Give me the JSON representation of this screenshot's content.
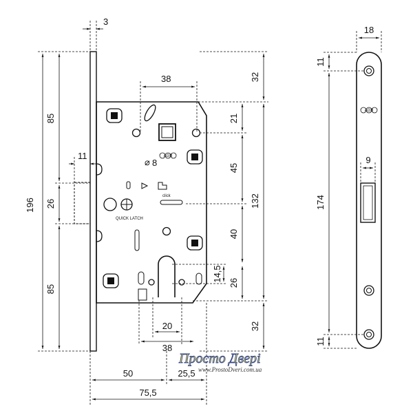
{
  "dimensions": {
    "backset_plate_thickness": "3",
    "height_total": "196",
    "upper_85": "85",
    "lower_85": "85",
    "middle_26": "26",
    "latch_11": "11",
    "width_38_top": "38",
    "top_32": "32",
    "dim_21": "21",
    "dim_45": "45",
    "dim_132": "132",
    "dim_40": "40",
    "dim_14_5": "14,5",
    "dim_26_right": "26",
    "bottom_32": "32",
    "bore_8": "8",
    "cyl_20": "20",
    "cyl_38": "38",
    "backset_50": "50",
    "dim_25_5": "25,5",
    "total_75_5": "75,5",
    "front_18": "18",
    "front_11_top": "11",
    "front_174": "174",
    "front_9": "9",
    "front_11_bottom": "11"
  },
  "labels": {
    "quick_latch": "QUICK LATCH",
    "click": "click",
    "agb_body": "AGB",
    "agb_plate": "AGB"
  },
  "watermark": {
    "brand": "Просто Двері",
    "url": "www.ProstoDveri.com.ua"
  },
  "colors": {
    "line": "#111111",
    "brand_fill": "#e8e050",
    "brand_stroke": "#3a4a8a"
  }
}
